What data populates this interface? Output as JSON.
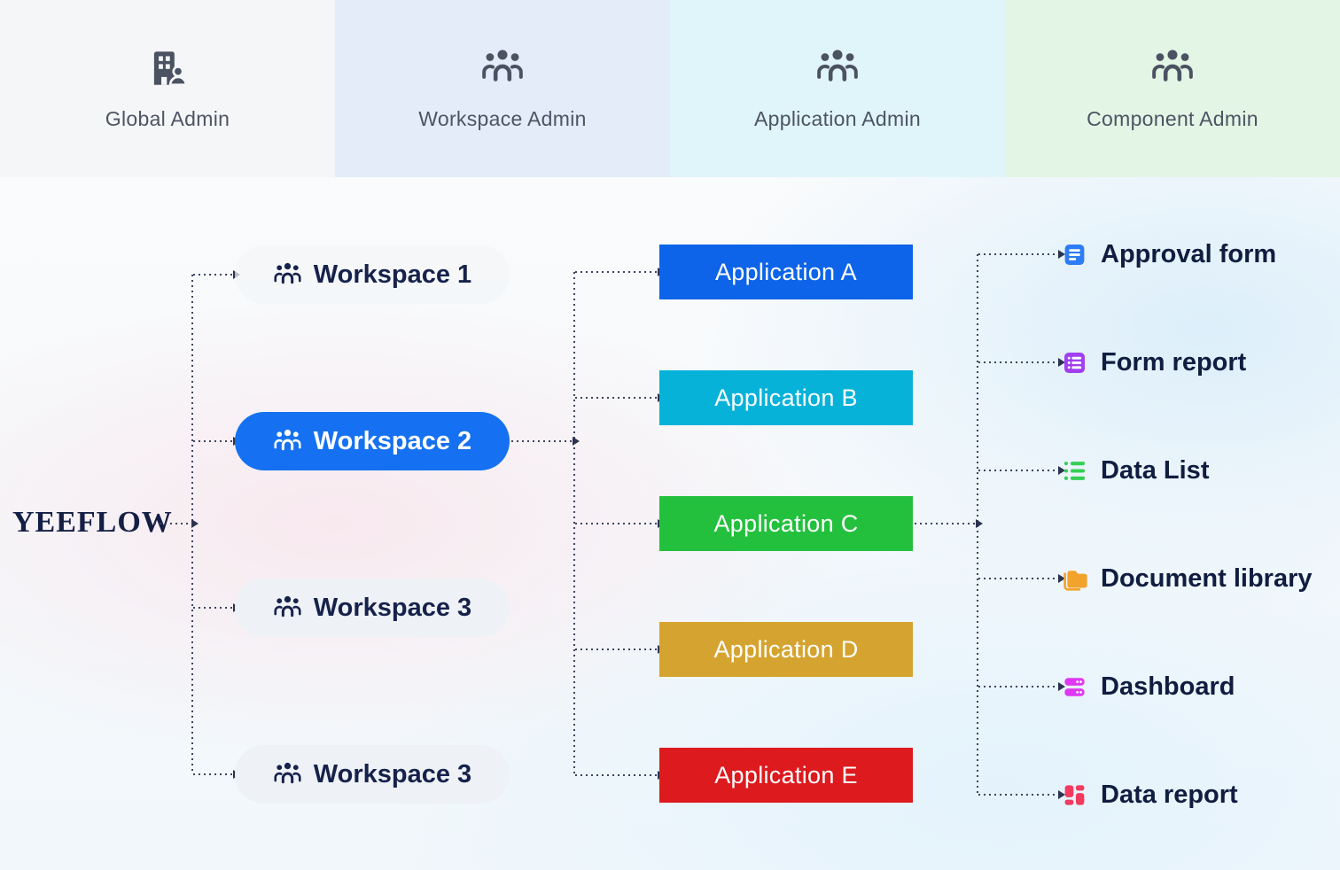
{
  "header": {
    "columns": [
      {
        "label": "Global Admin",
        "icon": "building-user-icon",
        "bg": "#f5f6f8"
      },
      {
        "label": "Workspace Admin",
        "icon": "people-group-icon",
        "bg": "#e4ecfa"
      },
      {
        "label": "Application Admin",
        "icon": "people-group-icon",
        "bg": "#e0f5fa"
      },
      {
        "label": "Component Admin",
        "icon": "people-group-icon",
        "bg": "#e3f5e5"
      }
    ]
  },
  "brand": {
    "label": "YEEFLOW"
  },
  "workspaces": [
    {
      "label": "Workspace 1",
      "selected": false
    },
    {
      "label": "Workspace 2",
      "selected": true
    },
    {
      "label": "Workspace 3",
      "selected": false
    },
    {
      "label": "Workspace 3",
      "selected": false
    }
  ],
  "applications": [
    {
      "label": "Application A",
      "color": "#0d64e8"
    },
    {
      "label": "Application B",
      "color": "#07b2d9"
    },
    {
      "label": "Application C",
      "color": "#23c03d"
    },
    {
      "label": "Application D",
      "color": "#d5a430"
    },
    {
      "label": "Application E",
      "color": "#dd1a1e"
    }
  ],
  "components": [
    {
      "label": "Approval form",
      "icon": "approval-form-icon",
      "color": "#2e7cf6"
    },
    {
      "label": "Form report",
      "icon": "form-report-icon",
      "color": "#a13ff2"
    },
    {
      "label": "Data List",
      "icon": "data-list-icon",
      "color": "#35cf55"
    },
    {
      "label": "Document library",
      "icon": "document-library-icon",
      "color": "#f2a32b"
    },
    {
      "label": "Dashboard",
      "icon": "dashboard-icon",
      "color": "#e038f2"
    },
    {
      "label": "Data report",
      "icon": "data-report-icon",
      "color": "#f23a5e"
    }
  ],
  "colors": {
    "workspace_selected_bg": "#1571f1",
    "workspace_text": "#16224b",
    "component_text": "#101d40",
    "connector": "#3c445e"
  }
}
